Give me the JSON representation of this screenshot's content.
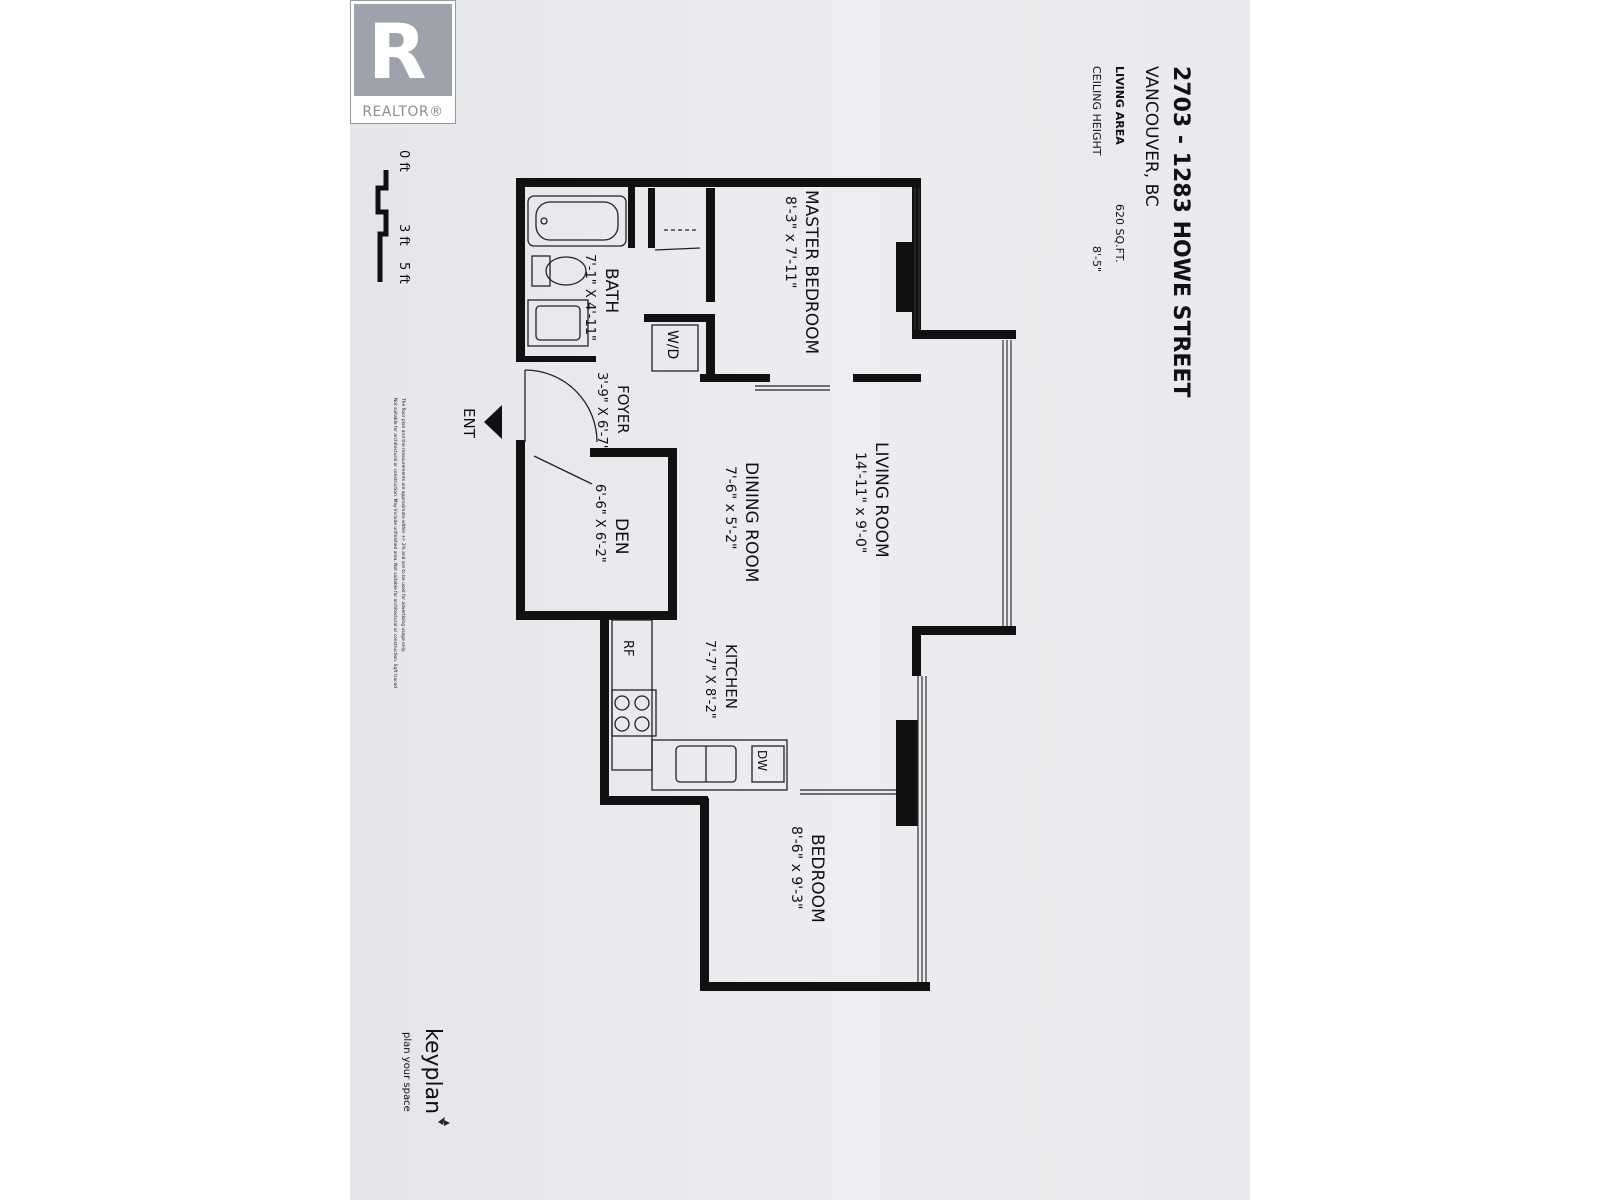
{
  "header": {
    "address": "2703 - 1283 HOWE STREET",
    "city": "VANCOUVER, BC",
    "living_area_label": "LIVING AREA",
    "living_area_value": "620 SQ.FT.",
    "ceiling_label": "CEILING HEIGHT",
    "ceiling_value": "8'-5\""
  },
  "scale": {
    "zero": "0 ft",
    "three": "3 ft",
    "five": "5 ft"
  },
  "rooms": {
    "master_bedroom": {
      "name": "MASTER BEDROOM",
      "size": "8'-3\"  x  7'-11\""
    },
    "bath": {
      "name": "BATH",
      "size": "7'-1\" X 4'-11\""
    },
    "wd": "W/D",
    "foyer": {
      "name": "FOYER",
      "size": "3'-9\" X 6'-7\""
    },
    "entrance": "ENT",
    "living_room": {
      "name": "LIVING ROOM",
      "size": "14'-11\" x  9'-0\""
    },
    "dining_room": {
      "name": "DINING ROOM",
      "size": "7'-6\"  x  5'-2\""
    },
    "den": {
      "name": "DEN",
      "size": "6'-6\" X 6'-2\""
    },
    "kitchen": {
      "name": "KITCHEN",
      "size": "7'-7\" X 8'-2\""
    },
    "rf": "RF",
    "dw": "DW",
    "bedroom": {
      "name": "BEDROOM",
      "size": "8'-6\"  x  9'-3\""
    }
  },
  "disclaimer": {
    "line1": "The floor plan and the measurements are approximate within +/- 2% and are to be used for advertising usage only.",
    "line2": "Not suitable for architectural or construction. May include unfinished area. Not suitable for architectural or construction. Sqft traced"
  },
  "branding": {
    "keyplan": "keyplan",
    "keyplan_tagline": "plan your space",
    "realtor_mark": "R",
    "realtor_word": "REALTOR®"
  },
  "colors": {
    "paper": "#eaebee",
    "ink": "#111111",
    "logo_gray": "#9ea3ab"
  }
}
